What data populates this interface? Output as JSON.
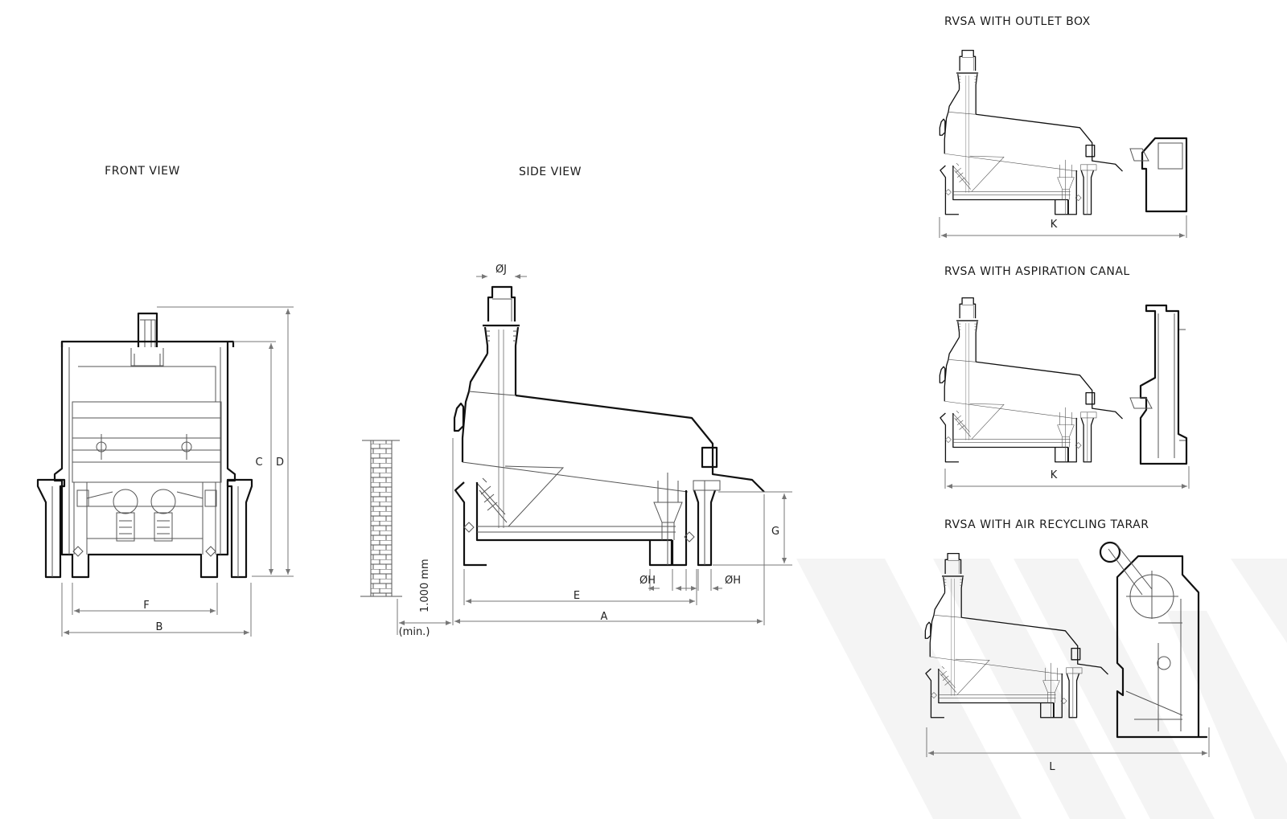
{
  "titles": {
    "front_view": "FRONT VIEW",
    "side_view": "SIDE VIEW",
    "outlet_box": "RVSA WITH OUTLET BOX",
    "aspiration_canal": "RVSA WITH ASPIRATION CANAL",
    "air_recycling_tarar": "RVSA WITH AIR RECYCLING TARAR"
  },
  "dimensions": {
    "A": "A",
    "B": "B",
    "C": "C",
    "D": "D",
    "E": "E",
    "F": "F",
    "G": "G",
    "H_left": "ØH",
    "H_right": "ØH",
    "J": "ØJ",
    "K_outlet_box": "K",
    "K_aspiration": "K",
    "L": "L",
    "wall_height": "1.000 mm",
    "wall_min": "(min.)"
  }
}
